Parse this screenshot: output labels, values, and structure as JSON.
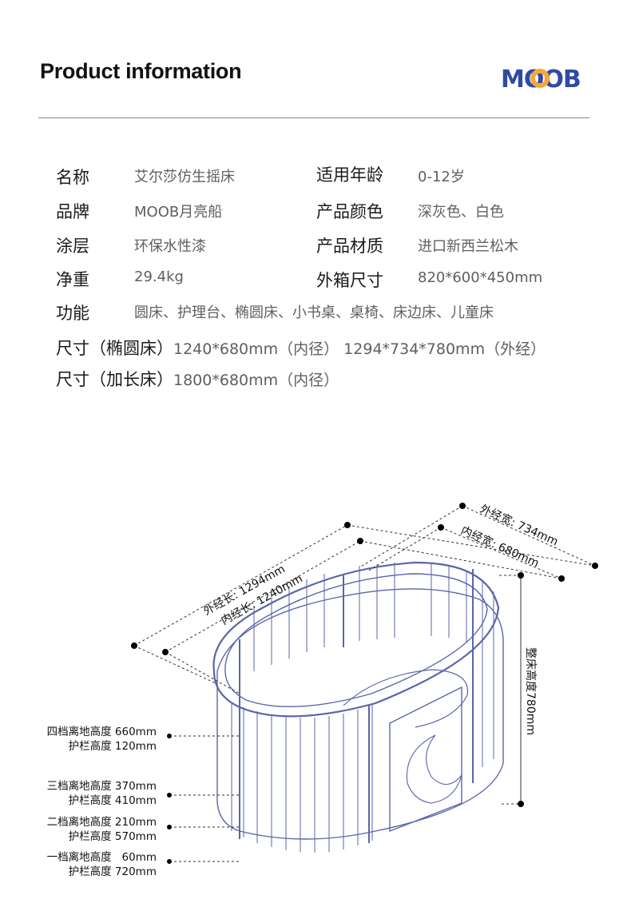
{
  "header": {
    "title": "Product information",
    "brand": "MOOB"
  },
  "specs": {
    "left": [
      {
        "label": "名称",
        "value": "艾尔莎仿生摇床"
      },
      {
        "label": "品牌",
        "value": "MOOB月亮船"
      },
      {
        "label": "涂层",
        "value": "环保水性漆"
      },
      {
        "label": "净重",
        "value": "29.4kg"
      }
    ],
    "right": [
      {
        "label": "适用年龄",
        "value": "0-12岁"
      },
      {
        "label": "产品颜色",
        "value": "深灰色、白色"
      },
      {
        "label": "产品材质",
        "value": "进口新西兰松木"
      },
      {
        "label": "外箱尺寸",
        "value": "820*600*450mm"
      }
    ],
    "function": {
      "label": "功能",
      "value": "圆床、护理台、椭圆床、小书桌、桌椅、床边床、儿童床"
    },
    "size_oval": {
      "label": "尺寸（椭圆床）",
      "value": "1240*680mm（内径） 1294*734*780mm（外经）"
    },
    "size_long": {
      "label": "尺寸（加长床）",
      "value": "1800*680mm（内径）"
    }
  },
  "diagram": {
    "outer_length": "外经长: 1294mm",
    "inner_length": "内经长: 1240mm",
    "outer_width": "外经宽: 734mm",
    "inner_width": "内经宽: 680mm",
    "total_height": "整床高度780mm",
    "levels": [
      {
        "height": "四档离地高度 660mm",
        "rail": "护栏高度 120mm"
      },
      {
        "height": "三档离地高度 370mm",
        "rail": "护栏高度 410mm"
      },
      {
        "height": "二档离地高度 210mm",
        "rail": "护栏高度 570mm"
      },
      {
        "height": "一档离地高度   60mm",
        "rail": "护栏高度 720mm"
      }
    ]
  },
  "colors": {
    "brand": "#2f4aa5",
    "accent": "#f2a93b",
    "line": "#5a66a8"
  }
}
